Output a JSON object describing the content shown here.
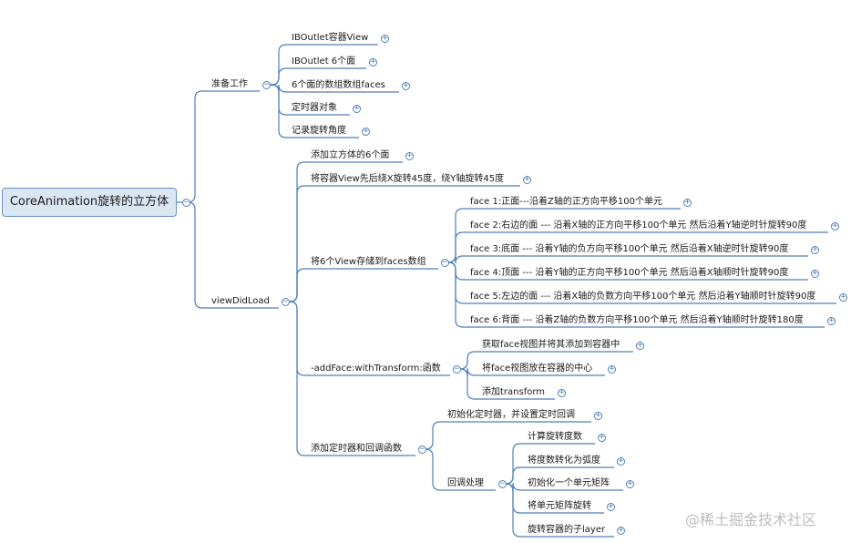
{
  "root": {
    "label": "CoreAnimation旋转的立方体"
  },
  "prep": {
    "label": "准备工作",
    "children": [
      "IBOutlet容器View",
      "IBOutlet 6个面",
      "6个面的数组数组faces",
      "定时器对象",
      "记录旋转角度"
    ]
  },
  "vdl": {
    "label": "viewDidLoad",
    "add_faces": "添加立方体的6个面",
    "rotate_container": "将容器View先后绕X旋转45度，绕Y轴旋转45度",
    "store": {
      "label": "将6个View存储到faces数组",
      "faces": [
        "face 1:正面---沿着Z轴的正方向平移100个单元",
        "face 2:右边的面 --- 沿着X轴的正方向平移100个单元 然后沿着Y轴逆时针旋转90度",
        "face 3:底面 --- 沿着Y轴的负方向平移100个单元 然后沿着X轴逆时针旋转90度",
        "face 4:顶面 --- 沿着Y轴的正方向平移100个单元 然后沿着X轴顺时针旋转90度",
        "face 5:左边的面 --- 沿着X轴的负数方向平移100个单元 然后沿着Y轴顺时针旋转90度",
        "face 6:背面 --- 沿着Z轴的负数方向平移100个单元 然后沿着Y轴顺时针旋转180度"
      ]
    },
    "addface": {
      "label": "-addFace:withTransform:函数",
      "children": [
        "获取face视图并将其添加到容器中",
        "将face视图放在容器的中心",
        "添加transform"
      ]
    },
    "timer": {
      "label": "添加定时器和回调函数",
      "init": "初始化定时器，并设置定时回调",
      "callback": {
        "label": "回调处理",
        "children": [
          "计算旋转度数",
          "将度数转化为弧度",
          "初始化一个单元矩阵",
          "将单元矩阵旋转",
          "旋转容器的子layer"
        ]
      }
    }
  },
  "watermark": "@稀土掘金技术社区",
  "colors": {
    "line": "#4f7fb8",
    "root_fill": "#dbe6f3",
    "root_border": "#6a93c4"
  }
}
